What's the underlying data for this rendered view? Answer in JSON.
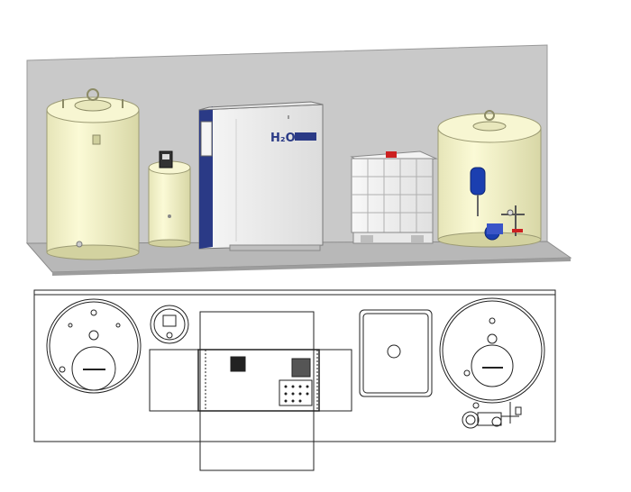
{
  "diagram": {
    "views": [
      "3d-perspective-view",
      "top-plan-view"
    ],
    "labels": {
      "water_treatment_unit": "H₂O"
    },
    "colors": {
      "tank_cream": "#f4f3cc",
      "tank_shade": "#d9d8a8",
      "backwall_gray": "#c9c9c9",
      "floor_gray": "#b5b5b5",
      "cabinet_white": "#f2f2f2",
      "cabinet_blue": "#2a3a86",
      "accent_red": "#cc2020",
      "expansion_blue": "#1b3fb0",
      "line_dark": "#222222"
    }
  }
}
